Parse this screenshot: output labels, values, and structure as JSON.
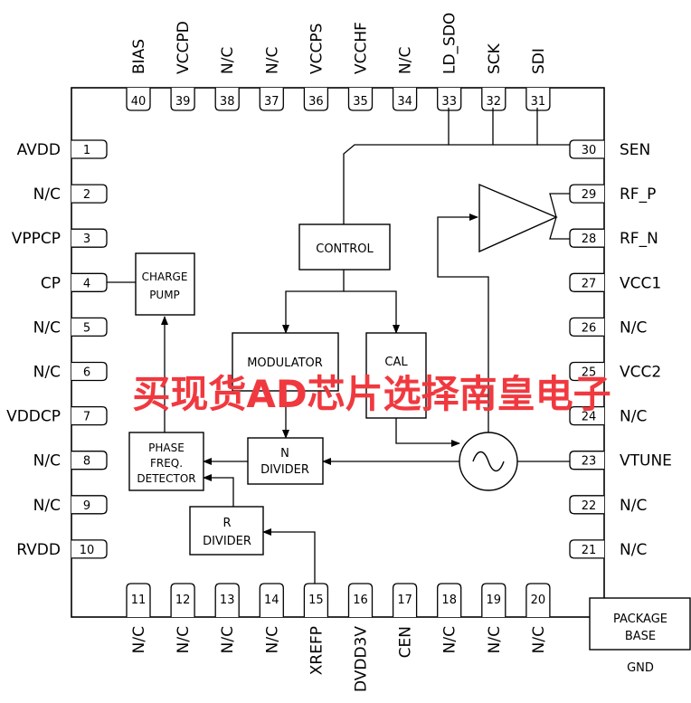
{
  "pins": {
    "p1": {
      "num": "1",
      "name": "AVDD"
    },
    "p2": {
      "num": "2",
      "name": "N/C"
    },
    "p3": {
      "num": "3",
      "name": "VPPCP"
    },
    "p4": {
      "num": "4",
      "name": "CP"
    },
    "p5": {
      "num": "5",
      "name": "N/C"
    },
    "p6": {
      "num": "6",
      "name": "N/C"
    },
    "p7": {
      "num": "7",
      "name": "VDDCP"
    },
    "p8": {
      "num": "8",
      "name": "N/C"
    },
    "p9": {
      "num": "9",
      "name": "N/C"
    },
    "p10": {
      "num": "10",
      "name": "RVDD"
    },
    "p11": {
      "num": "11",
      "name": "N/C"
    },
    "p12": {
      "num": "12",
      "name": "N/C"
    },
    "p13": {
      "num": "13",
      "name": "N/C"
    },
    "p14": {
      "num": "14",
      "name": "N/C"
    },
    "p15": {
      "num": "15",
      "name": "XREFP"
    },
    "p16": {
      "num": "16",
      "name": "DVDD3V"
    },
    "p17": {
      "num": "17",
      "name": "CEN"
    },
    "p18": {
      "num": "18",
      "name": "N/C"
    },
    "p19": {
      "num": "19",
      "name": "N/C"
    },
    "p20": {
      "num": "20",
      "name": "N/C"
    },
    "p21": {
      "num": "21",
      "name": "N/C"
    },
    "p22": {
      "num": "22",
      "name": "N/C"
    },
    "p23": {
      "num": "23",
      "name": "VTUNE"
    },
    "p24": {
      "num": "24",
      "name": "N/C"
    },
    "p25": {
      "num": "25",
      "name": "VCC2"
    },
    "p26": {
      "num": "26",
      "name": "N/C"
    },
    "p27": {
      "num": "27",
      "name": "VCC1"
    },
    "p28": {
      "num": "28",
      "name": "RF_N"
    },
    "p29": {
      "num": "29",
      "name": "RF_P"
    },
    "p30": {
      "num": "30",
      "name": "SEN"
    },
    "p31": {
      "num": "31",
      "name": "SDI"
    },
    "p32": {
      "num": "32",
      "name": "SCK"
    },
    "p33": {
      "num": "33",
      "name": "LD_SDO"
    },
    "p34": {
      "num": "34",
      "name": "N/C"
    },
    "p35": {
      "num": "35",
      "name": "VCCHF"
    },
    "p36": {
      "num": "36",
      "name": "VCCPS"
    },
    "p37": {
      "num": "37",
      "name": "N/C"
    },
    "p38": {
      "num": "38",
      "name": "N/C"
    },
    "p39": {
      "num": "39",
      "name": "VCCPD"
    },
    "p40": {
      "num": "40",
      "name": "BIAS"
    }
  },
  "blocks": {
    "control": "CONTROL",
    "charge_pump_l1": "CHARGE",
    "charge_pump_l2": "PUMP",
    "modulator": "MODULATOR",
    "cal": "CAL",
    "n_divider_l1": "N",
    "n_divider_l2": "DIVIDER",
    "pfd_l1": "PHASE",
    "pfd_l2": "FREQ.",
    "pfd_l3": "DETECTOR",
    "r_divider_l1": "R",
    "r_divider_l2": "DIVIDER"
  },
  "package": {
    "line1": "PACKAGE",
    "line2": "BASE",
    "gnd": "GND"
  },
  "watermark": "买现货AD芯片选择南皇电子",
  "colors": {
    "line": "#000000",
    "watermark": "#f0393f"
  }
}
